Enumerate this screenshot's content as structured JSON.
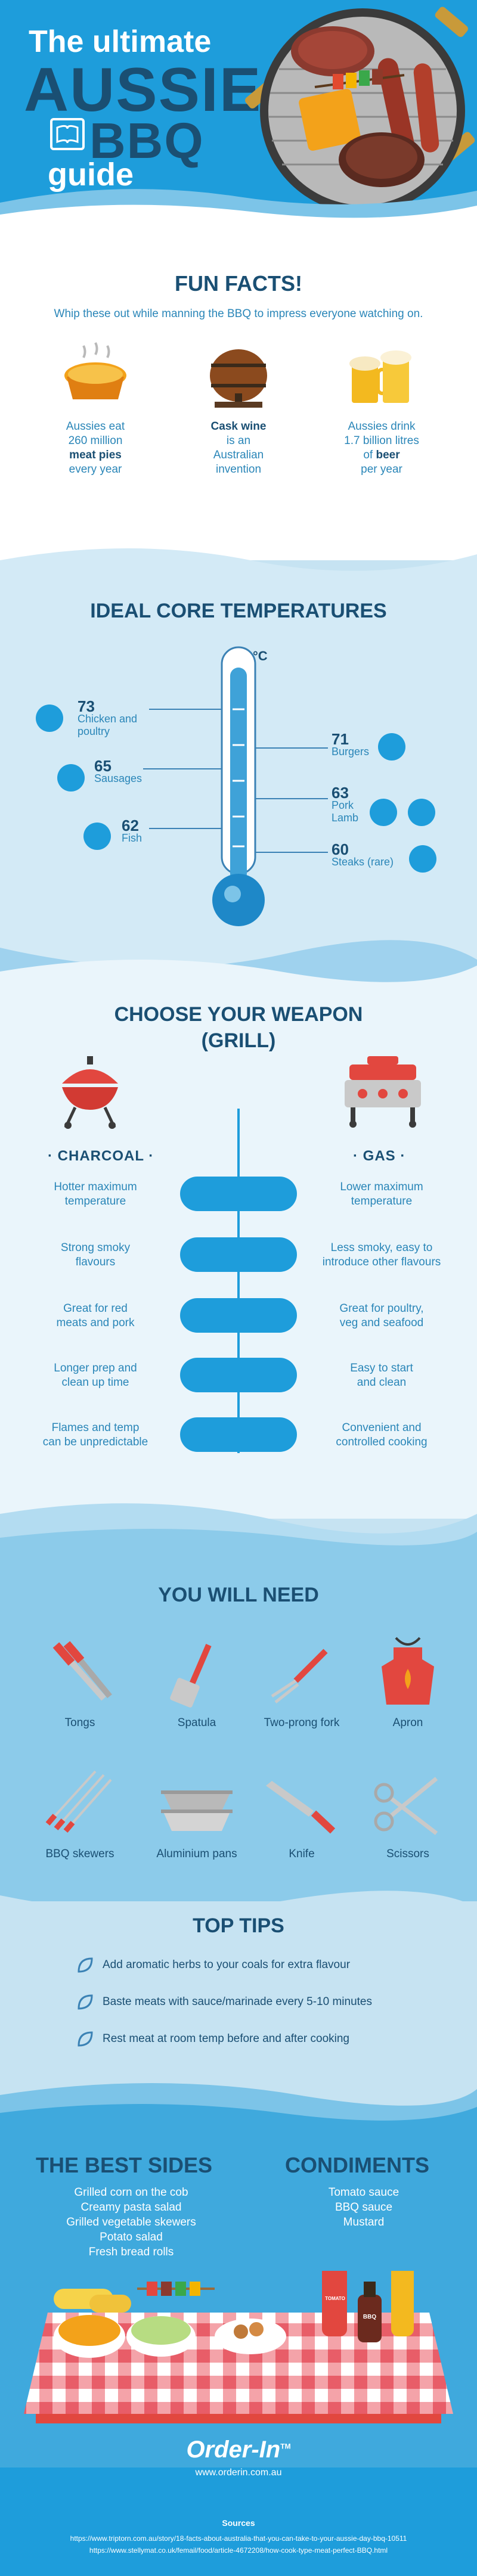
{
  "header": {
    "line1": "The ultimate",
    "line2": "AUSSIE",
    "line3": "BBQ",
    "line4": "guide"
  },
  "fun_facts": {
    "title": "FUN FACTS!",
    "subtitle": "Whip these out while manning the BBQ to impress everyone watching on.",
    "items": [
      {
        "pre": "Aussies eat",
        "pre2": "260 million",
        "bold": "meat pies",
        "post": "every year"
      },
      {
        "pre": "",
        "pre2": "",
        "bold": "Cask wine",
        "post": "is an",
        "post2": "Australian",
        "post3": "invention"
      },
      {
        "pre": "Aussies drink",
        "pre2": "1.7 billion litres",
        "bold_pre": "of",
        "bold": "beer",
        "post": "per year"
      }
    ]
  },
  "temperatures": {
    "title": "IDEAL CORE TEMPERATURES",
    "unit": "°C",
    "left": [
      {
        "value": "73",
        "label": "Chicken and",
        "label2": "poultry",
        "icon": "chicken-icon"
      },
      {
        "value": "65",
        "label": "Sausages",
        "label2": "",
        "icon": "sausage-icon"
      },
      {
        "value": "62",
        "label": "Fish",
        "label2": "",
        "icon": "fish-icon"
      }
    ],
    "right": [
      {
        "value": "71",
        "label": "Burgers",
        "label2": "",
        "icon": "burger-icon"
      },
      {
        "value": "63",
        "label": "Pork",
        "label2": "Lamb",
        "icon": "pig-sheep-icon"
      },
      {
        "value": "60",
        "label": "Steaks (rare)",
        "label2": "",
        "icon": "steak-icon"
      }
    ]
  },
  "weapon": {
    "title": "CHOOSE YOUR WEAPON",
    "title2": "(GRILL)",
    "left_head": "· CHARCOAL ·",
    "right_head": "· GAS ·",
    "rows": [
      {
        "left": "Hotter maximum",
        "left2": "temperature",
        "right": "Lower maximum",
        "right2": "temperature",
        "icon": "flame-icon"
      },
      {
        "left": "Strong smoky",
        "left2": "flavours",
        "right": "Less smoky, easy to",
        "right2": "introduce other flavours",
        "icon": "smoke-icon"
      },
      {
        "left": "Great for red",
        "left2": "meats and pork",
        "right": "Great for poultry,",
        "right2": "veg and seafood",
        "icon": "meat-icon"
      },
      {
        "left": "Longer prep and",
        "left2": "clean up time",
        "right": "Easy to start",
        "right2": "and clean",
        "icon": "clock-icon"
      },
      {
        "left": "Flames and temp",
        "left2": "can be unpredictable",
        "right": "Convenient and",
        "right2": "controlled cooking",
        "icon": "target-icon"
      }
    ]
  },
  "need": {
    "title": "YOU WILL NEED",
    "items": [
      "Tongs",
      "Spatula",
      "Two-prong fork",
      "Apron",
      "BBQ skewers",
      "Aluminium pans",
      "Knife",
      "Scissors"
    ]
  },
  "tips": {
    "title": "TOP TIPS",
    "items": [
      "Add aromatic herbs to your coals for extra flavour",
      "Baste meats with sauce/marinade every 5-10 minutes",
      "Rest meat at room temp before and after cooking"
    ]
  },
  "sides": {
    "title": "THE BEST SIDES",
    "items": [
      "Grilled corn on the cob",
      "Creamy pasta salad",
      "Grilled vegetable skewers",
      "Potato salad",
      "Fresh bread rolls"
    ]
  },
  "condiments": {
    "title": "CONDIMENTS",
    "items": [
      "Tomato sauce",
      "BBQ sauce",
      "Mustard"
    ],
    "bottle1": "TOMATO",
    "bottle2": "BBQ"
  },
  "footer": {
    "logo": "Order-In",
    "tm": "TM",
    "url": "www.orderin.com.au",
    "sources_title": "Sources",
    "source1": "https://www.triptorn.com.au/story/18-facts-about-australia-that-you-can-take-to-your-aussie-day-bbq-10511",
    "source2": "https://www.stellymat.co.uk/femail/food/article-4672208/how-cook-type-meat-perfect-BBQ.html"
  },
  "colors": {
    "accent": "#1e9ddb",
    "navy": "#1a4f73",
    "red": "#e2473f"
  }
}
